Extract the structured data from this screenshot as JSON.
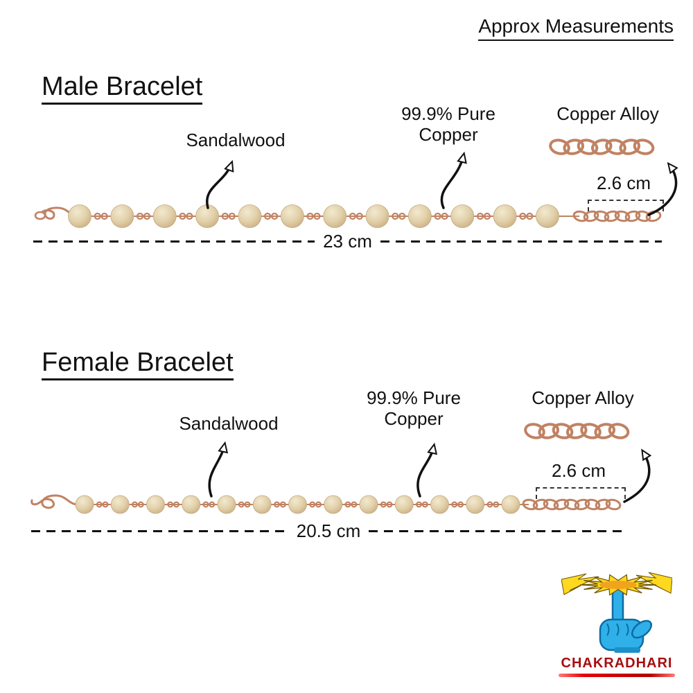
{
  "header": {
    "title": "Approx Measurements"
  },
  "male": {
    "title": "Male Bracelet",
    "bead_label": "Sandalwood",
    "wire_label": "99.9% Pure Copper",
    "chain_label": "Copper Alloy",
    "extension_length": "2.6 cm",
    "total_length": "23 cm",
    "bead_count": 12
  },
  "female": {
    "title": "Female Bracelet",
    "bead_label": "Sandalwood",
    "wire_label": "99.9% Pure Copper",
    "chain_label": "Copper Alloy",
    "extension_length": "2.6 cm",
    "total_length": "20.5 cm",
    "bead_count": 13
  },
  "brand": {
    "name": "CHAKRADHARI"
  },
  "colors": {
    "copper": "#c08263",
    "bead_light": "#f2e9d0",
    "bead_mid": "#e2d1aa",
    "bead_dark": "#ccb086",
    "text": "#111111",
    "brand_red": "#a50f0f",
    "hand_blue": "#2fb0e8",
    "hand_outline": "#0c6ca3",
    "chakra_gold": "#ffd91f",
    "chakra_orange": "#f2a31d"
  }
}
